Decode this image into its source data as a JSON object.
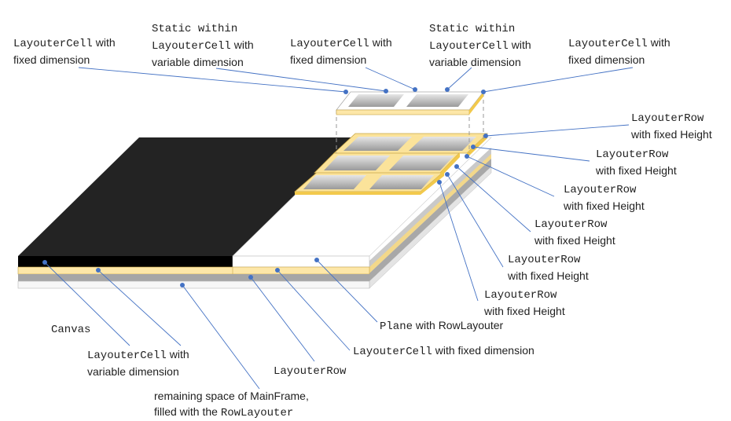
{
  "labels": {
    "cell_fixed_1": {
      "code": "LayouterCell",
      "rest": " with",
      "line2": "fixed dimension"
    },
    "static_1": {
      "code1": "Static",
      "rest1": " within",
      "code2": "LayouterCell",
      "rest2": " with",
      "line3": "variable dimension"
    },
    "cell_fixed_2": {
      "code": "LayouterCell",
      "rest": " with",
      "line2": "fixed dimension"
    },
    "static_2": {
      "code1": "Static",
      "rest1": " within",
      "code2": "LayouterCell",
      "rest2": " with",
      "line3": "variable dimension"
    },
    "cell_fixed_3": {
      "code": "LayouterCell",
      "rest": " with",
      "line2": "fixed dimension"
    },
    "rows": [
      {
        "code": "LayouterRow",
        "line2": "with fixed Height"
      },
      {
        "code": "LayouterRow",
        "line2": "with fixed Height"
      },
      {
        "code": "LayouterRow",
        "line2": "with fixed Height"
      },
      {
        "code": "LayouterRow",
        "line2": "with fixed Height"
      },
      {
        "code": "LayouterRow",
        "line2": "with fixed Height"
      },
      {
        "code": "LayouterRow",
        "line2": "with fixed Height"
      }
    ],
    "canvas": {
      "code": "Canvas"
    },
    "plane": {
      "code": "Plane",
      "rest": " with RowLayouter"
    },
    "cell_variable": {
      "code": "LayouterCell",
      "rest": " with",
      "line2": "variable dimension"
    },
    "cell_fixed_bottom": {
      "code": "LayouterCell",
      "rest": " with fixed dimension"
    },
    "layouter_row": {
      "code": "LayouterRow"
    },
    "remaining": {
      "line1": "remaining space of MainFrame,",
      "pre": "filled with the ",
      "code": "RowLayouter"
    }
  }
}
